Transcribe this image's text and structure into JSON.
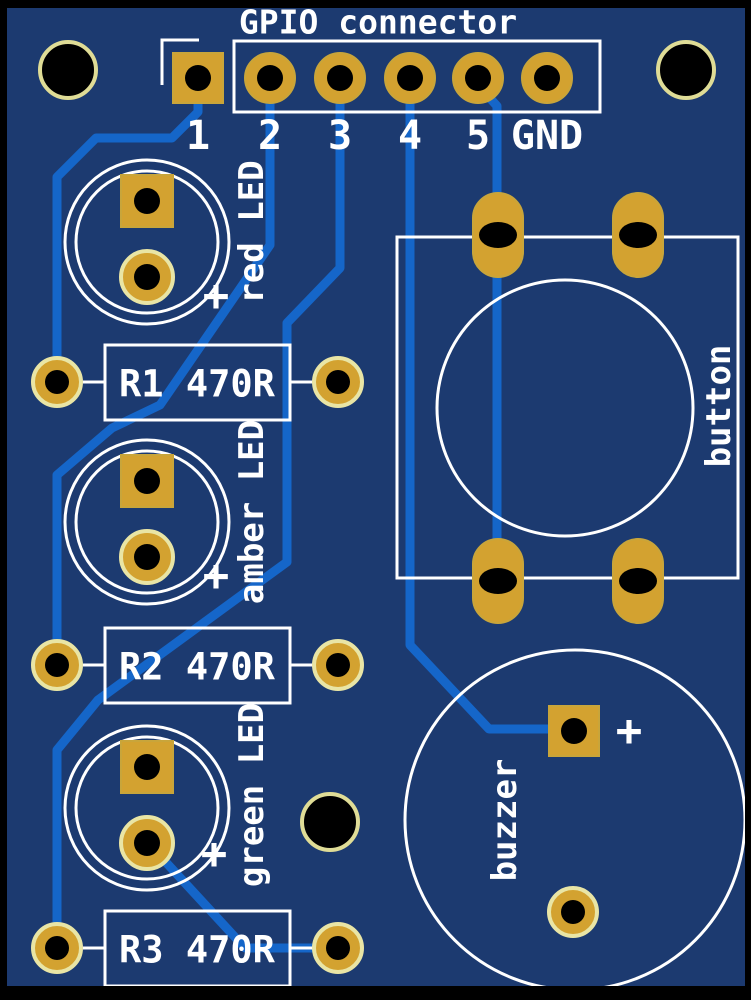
{
  "board": {
    "title": "GPIO connector",
    "colors": {
      "board": "#1c3a70",
      "edge": "#000000",
      "trace": "#1566c9",
      "pad_gold": "#d3a230",
      "pad_ring": "#e9e5a5",
      "silkscreen": "#ffffff",
      "hole": "#000000"
    },
    "connector": {
      "pins": [
        {
          "label": "1"
        },
        {
          "label": "2"
        },
        {
          "label": "3"
        },
        {
          "label": "4"
        },
        {
          "label": "5"
        },
        {
          "label": "GND"
        }
      ]
    },
    "leds": [
      {
        "name": "red LED",
        "polarity": "+"
      },
      {
        "name": "amber LED",
        "polarity": "+"
      },
      {
        "name": "green LED",
        "polarity": "+"
      }
    ],
    "resistors": [
      {
        "label": "R1 470R"
      },
      {
        "label": "R2 470R"
      },
      {
        "label": "R3 470R"
      }
    ],
    "button": {
      "label": "button"
    },
    "buzzer": {
      "label": "buzzer",
      "polarity": "+"
    }
  }
}
